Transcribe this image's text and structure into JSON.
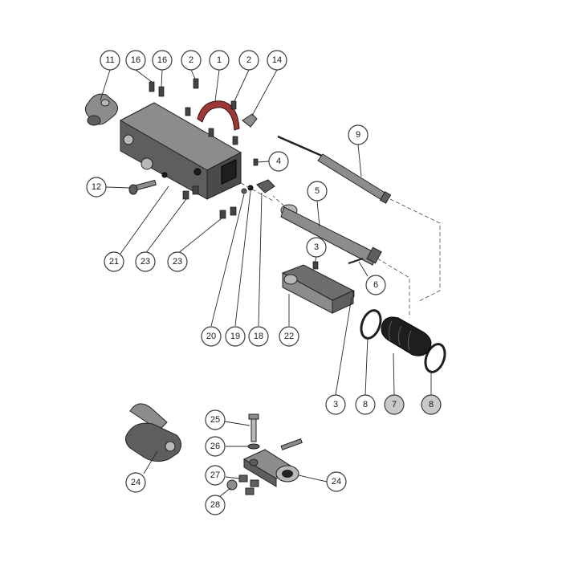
{
  "callouts": [
    {
      "id": "c11a",
      "label": "11"
    },
    {
      "id": "c16a",
      "label": "16"
    },
    {
      "id": "c16b",
      "label": "16"
    },
    {
      "id": "c2a",
      "label": "2"
    },
    {
      "id": "c1",
      "label": "1"
    },
    {
      "id": "c2b",
      "label": "2"
    },
    {
      "id": "c14",
      "label": "14"
    },
    {
      "id": "c9",
      "label": "9"
    },
    {
      "id": "c4",
      "label": "4"
    },
    {
      "id": "c5",
      "label": "5"
    },
    {
      "id": "c12",
      "label": "12"
    },
    {
      "id": "c3a",
      "label": "3"
    },
    {
      "id": "c6",
      "label": "6"
    },
    {
      "id": "c21",
      "label": "21"
    },
    {
      "id": "c23a",
      "label": "23"
    },
    {
      "id": "c23b",
      "label": "23"
    },
    {
      "id": "c20",
      "label": "20"
    },
    {
      "id": "c19",
      "label": "19"
    },
    {
      "id": "c18",
      "label": "18"
    },
    {
      "id": "c22",
      "label": "22"
    },
    {
      "id": "c3b",
      "label": "3"
    },
    {
      "id": "c8a",
      "label": "8"
    },
    {
      "id": "c7",
      "label": "7",
      "highlight": true
    },
    {
      "id": "c8b",
      "label": "8",
      "highlight": true
    },
    {
      "id": "c25",
      "label": "25"
    },
    {
      "id": "c26",
      "label": "26"
    },
    {
      "id": "c24a",
      "label": "24"
    },
    {
      "id": "c27",
      "label": "27"
    },
    {
      "id": "c24b",
      "label": "24"
    },
    {
      "id": "c28",
      "label": "28"
    }
  ],
  "colors": {
    "highlight_fill": "#c9c9c9",
    "strap": "#9c3838",
    "housing": "#5e5e5e"
  }
}
